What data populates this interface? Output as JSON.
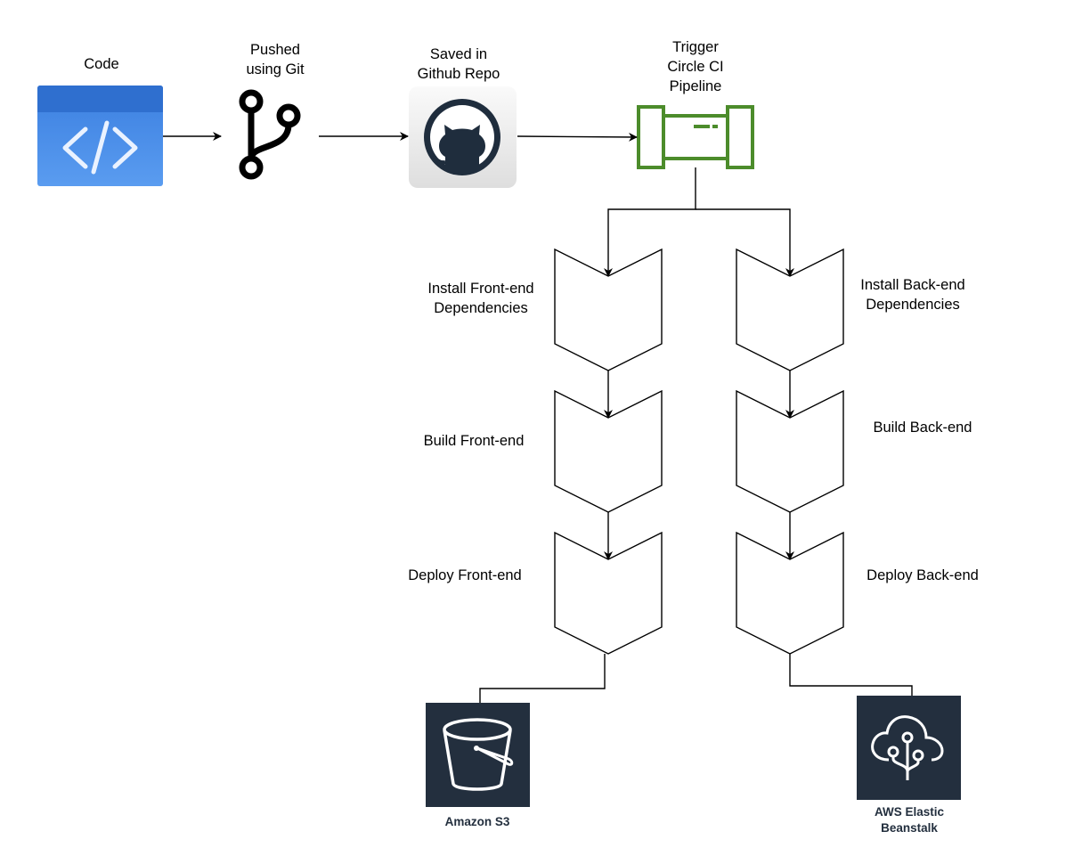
{
  "nodes": {
    "code": {
      "label": "Code",
      "icon": "code-editor-icon"
    },
    "git": {
      "label_lines": [
        "Pushed",
        "using Git"
      ],
      "icon": "git-branch-icon"
    },
    "github": {
      "label_lines": [
        "Saved in",
        "Github Repo"
      ],
      "icon": "github-icon"
    },
    "circleci": {
      "label_lines": [
        "Trigger",
        "Circle CI",
        "Pipeline"
      ],
      "icon": "pipeline-icon"
    },
    "fe_install": {
      "label_lines": [
        "Install Front-end",
        "Dependencies"
      ]
    },
    "fe_build": {
      "label": "Build Front-end"
    },
    "fe_deploy": {
      "label": "Deploy Front-end"
    },
    "be_install": {
      "label_lines": [
        "Install Back-end",
        "Dependencies"
      ]
    },
    "be_build": {
      "label": "Build Back-end"
    },
    "be_deploy": {
      "label": "Deploy Back-end"
    },
    "s3": {
      "label": "Amazon S3",
      "icon": "s3-bucket-icon"
    },
    "beanstalk": {
      "label_lines": [
        "AWS Elastic",
        "Beanstalk"
      ],
      "icon": "elastic-beanstalk-icon"
    }
  },
  "colors": {
    "code_icon_top": "#2f6fcf",
    "code_icon_body": "#3f86e8",
    "pipeline_green": "#4c8c2b",
    "aws_dark": "#232f3e"
  }
}
